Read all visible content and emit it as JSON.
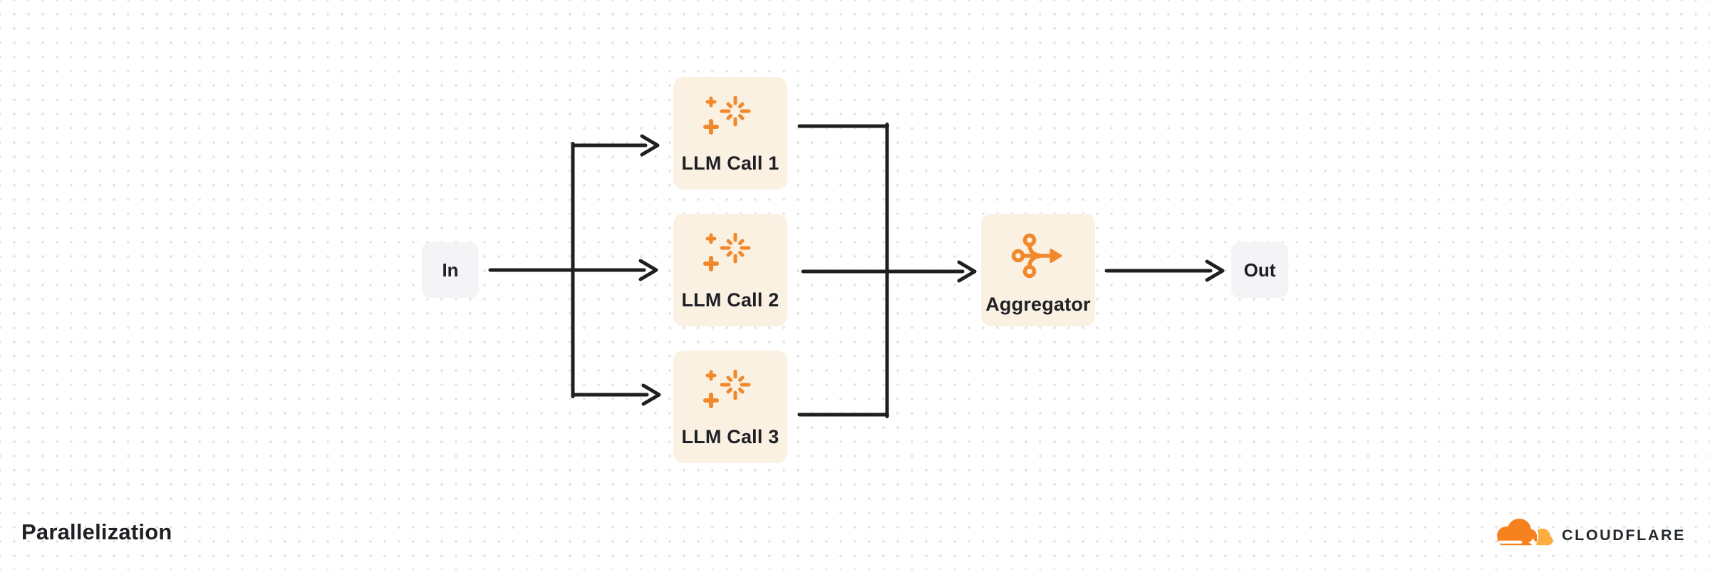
{
  "title": "Parallelization",
  "brand": {
    "wordmark": "CLOUDFLARE",
    "logo_icon": "cloudflare-cloud-icon"
  },
  "diagram": {
    "input_node": {
      "label": "In"
    },
    "llm_nodes": [
      {
        "label": "LLM Call 1",
        "icon": "sparkle-icon"
      },
      {
        "label": "LLM Call 2",
        "icon": "sparkle-icon"
      },
      {
        "label": "LLM Call 3",
        "icon": "sparkle-icon"
      }
    ],
    "aggregator_node": {
      "label": "Aggregator",
      "icon": "merge-arrow-icon"
    },
    "output_node": {
      "label": "Out"
    }
  },
  "theme": {
    "canvas_bg": "#FFFFFF",
    "dot_color": "#E3E3E3",
    "line_color": "#1F1F22",
    "text_color": "#1F2024",
    "node_cream_bg": "#FAF1E3",
    "io_node_bg": "#F4F4F6",
    "accent_orange": "#F2882A",
    "logo_orange": "#F6821F",
    "logo_orange_light": "#FBAD41"
  }
}
